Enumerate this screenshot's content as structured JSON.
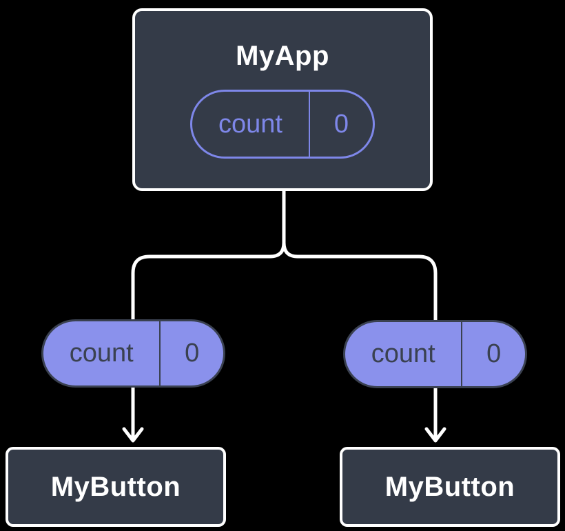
{
  "diagram": {
    "description": "React component tree showing state lifted to parent and passed down as props",
    "background_color": "#000000",
    "colors": {
      "node_background": "#343b48",
      "node_border": "#ffffff",
      "node_text": "#ffffff",
      "state_pill_outline": "#7e87e9",
      "prop_pill_fill": "#8a91ec",
      "prop_pill_text": "#3a4150",
      "connector": "#ffffff"
    },
    "root": {
      "title": "MyApp",
      "state": {
        "name": "count",
        "value": "0"
      }
    },
    "children": [
      {
        "title": "MyButton",
        "prop": {
          "name": "count",
          "value": "0"
        }
      },
      {
        "title": "MyButton",
        "prop": {
          "name": "count",
          "value": "0"
        }
      }
    ]
  }
}
